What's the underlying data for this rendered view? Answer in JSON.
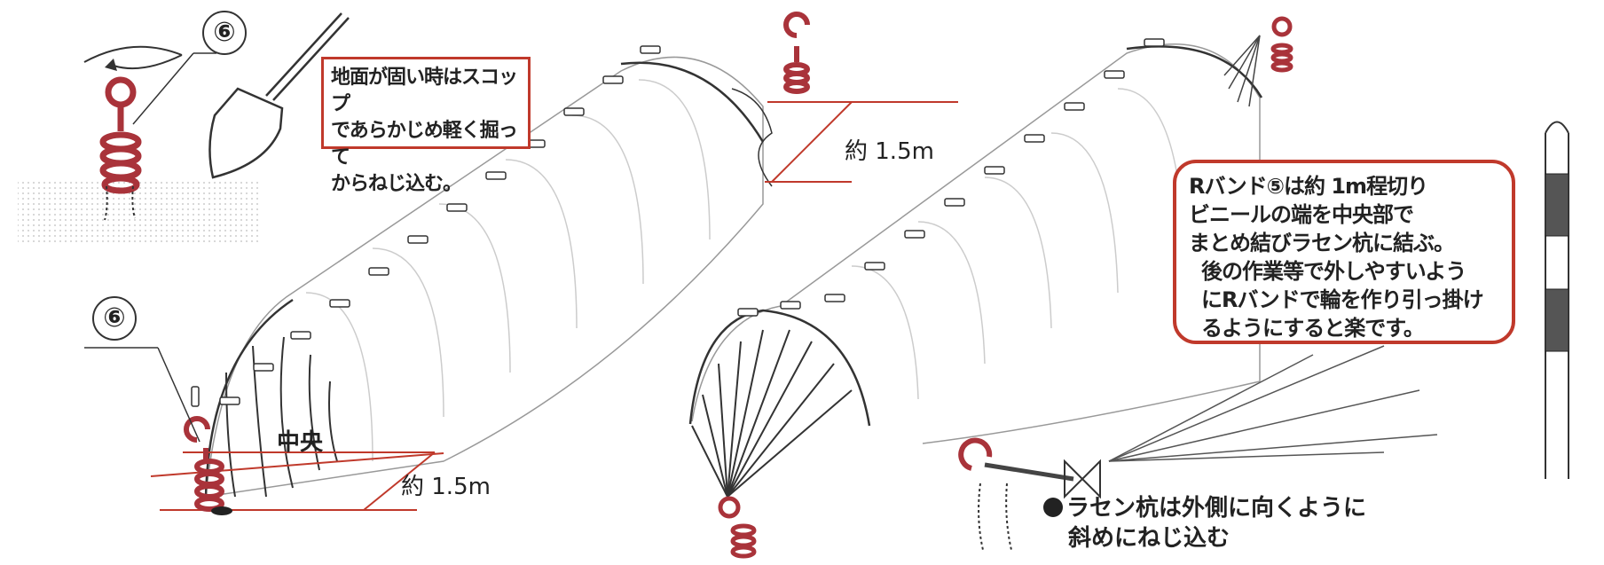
{
  "labels": {
    "step_number_top": "⑥",
    "step_number_bottom": "⑥",
    "distance_top": "約 1.5m",
    "distance_bottom": "約 1.5m",
    "center": "中央"
  },
  "note_ground": {
    "lines": [
      "地面が固い時はスコップ",
      "であらかじめ軽く掘って",
      "からねじ込む。"
    ]
  },
  "note_band": {
    "lines": [
      "Rバンド⑤は約 1m程切り",
      "ビニールの端を中央部で",
      "まとめ結びラセン杭に結ぶ。",
      "後の作業等で外しやすいよう",
      "にRバンドで輪を作り引っ掛け",
      "るようにすると楽です。"
    ]
  },
  "note_stake": {
    "lines": [
      "ラセン杭は外側に向くように",
      "斜めにねじ込む"
    ]
  },
  "colors": {
    "accent_red": "#c0392b",
    "ink": "#222222"
  }
}
